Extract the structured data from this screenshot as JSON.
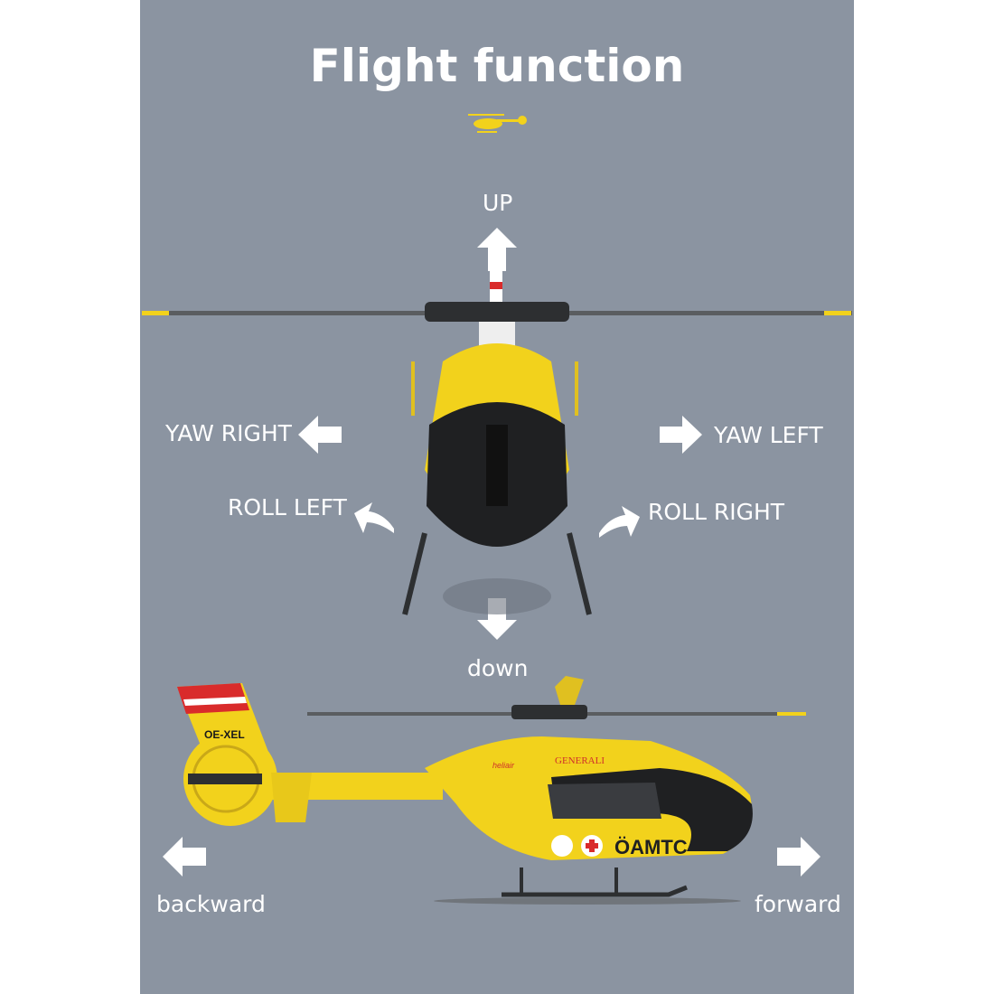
{
  "title": "Flight function",
  "labels": {
    "up": "UP",
    "down": "down",
    "yaw_right": "YAW RIGHT",
    "yaw_left": "YAW LEFT",
    "roll_left": "ROLL LEFT",
    "roll_right": "ROLL RIGHT",
    "backward": "backward",
    "forward": "forward"
  },
  "helicopter_markings": {
    "registration": "OE-XEL",
    "operator": "ÖAMTC",
    "sponsor": "GENERALI",
    "brand": "heliair"
  },
  "colors": {
    "background": "#8b94a1",
    "helicopter_yellow": "#f2d21c",
    "arrow": "#ffffff"
  }
}
